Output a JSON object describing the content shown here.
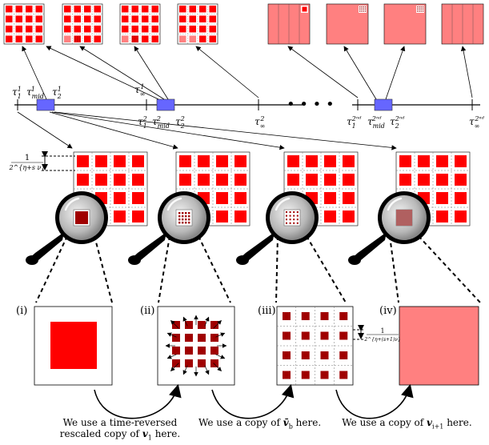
{
  "timeline": {
    "dots": "• • • •",
    "group1": {
      "t1": "τ",
      "t1_sub": "1",
      "t1_sup": "1",
      "tmid": "τ",
      "tmid_sub": "mid",
      "tmid_sup": "1",
      "t2": "τ",
      "t2_sub": "2",
      "t2_sup": "1",
      "tinf": "τ",
      "tinf_sub": "∞",
      "tinf_sup": "1"
    },
    "group2": {
      "t1": "τ",
      "t1_sub": "1",
      "t1_sup": "2",
      "tmid": "τ",
      "tmid_sub": "mid",
      "tmid_sup": "2",
      "t2": "τ",
      "t2_sub": "2",
      "t2_sup": "2",
      "tinf": "τ",
      "tinf_sub": "∞",
      "tinf_sup": "2"
    },
    "groupN": {
      "t1": "τ",
      "t1_sub": "1",
      "t1_sup": "2ⁿᵈ",
      "tmid": "τ",
      "tmid_sub": "mid",
      "tmid_sup": "2ⁿᵈ",
      "t2": "τ",
      "t2_sub": "2",
      "t2_sup": "2ⁿᵈ",
      "tinf": "τ",
      "tinf_sub": "∞",
      "tinf_sup": "2ⁿᵈ"
    }
  },
  "scale_label_top": {
    "num": "1",
    "den": "2^{η+s ν}"
  },
  "scale_label_right": {
    "num": "1",
    "den": "2^{η+(s+1)ν}"
  },
  "panels": [
    {
      "id": "(i)"
    },
    {
      "id": "(ii)"
    },
    {
      "id": "(iii)"
    },
    {
      "id": "(iv)"
    }
  ],
  "captions": {
    "c1_line1": "We use a time-reversed",
    "c1_line2_pre": "rescaled copy of ",
    "c1_sym": "v",
    "c1_sub": "1",
    "c1_line2_post": " here.",
    "c2_pre": "We use a copy of ",
    "c2_sym": "v̄",
    "c2_sub": "b",
    "c2_post": " here.",
    "c3_pre": "We use a copy of ",
    "c3_sym": "v",
    "c3_sub": "i+1",
    "c3_post": " here."
  },
  "colors": {
    "red": "#ff0000",
    "darkred": "#a00000",
    "pink": "#ff8080",
    "blue": "#6666ff",
    "gray": "#bbbbbb"
  }
}
